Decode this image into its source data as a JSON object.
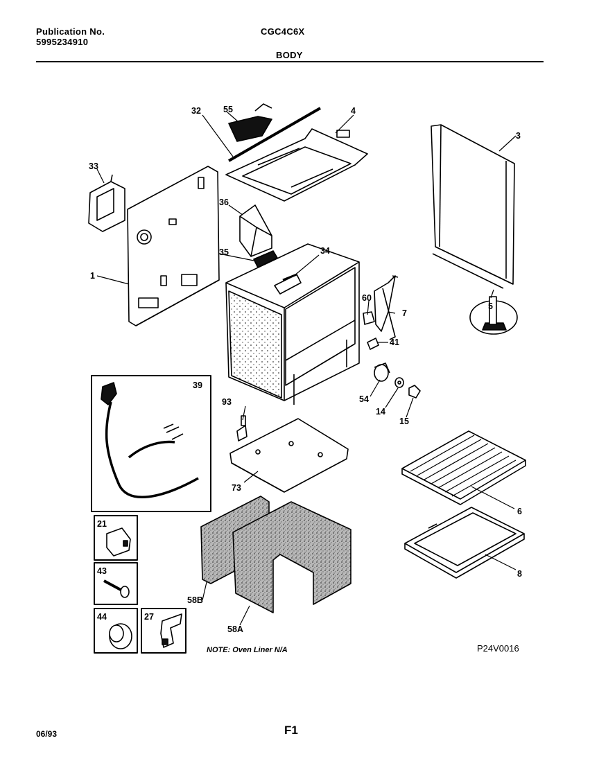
{
  "header": {
    "publication_label": "Publication No.",
    "publication_number": "5995234910",
    "model": "CGC4C6X",
    "section": "BODY"
  },
  "callouts": {
    "c1": "1",
    "c3": "3",
    "c4": "4",
    "c5": "5",
    "c6": "6",
    "c7": "7",
    "c8": "8",
    "c14": "14",
    "c15": "15",
    "c21": "21",
    "c27": "27",
    "c32": "32",
    "c33": "33",
    "c34": "34",
    "c35": "35",
    "c36": "36",
    "c39": "39",
    "c41": "41",
    "c43": "43",
    "c44": "44",
    "c54": "54",
    "c55": "55",
    "c58a": "58A",
    "c58b": "58B",
    "c60": "60",
    "c73": "73",
    "c93": "93"
  },
  "footer": {
    "note": "NOTE: Oven Liner N/A",
    "picture_code": "P24V0016",
    "date": "06/93",
    "page": "F1"
  }
}
